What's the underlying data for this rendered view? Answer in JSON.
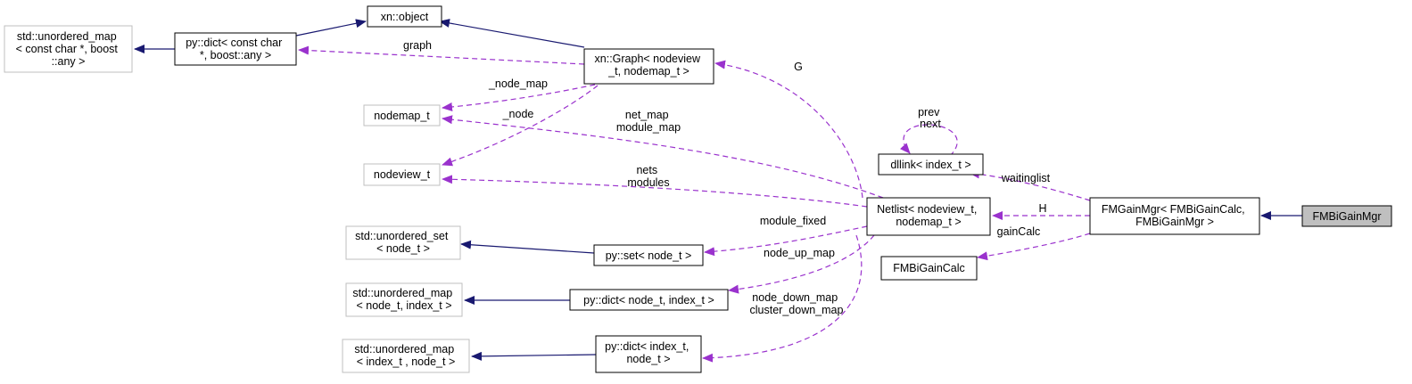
{
  "diagram": {
    "nodes": [
      {
        "id": "std_umap_cc_any",
        "lines": [
          "std::unordered_map",
          "< const char *, boost",
          "::any >"
        ],
        "style": "external"
      },
      {
        "id": "py_dict_cc_any",
        "lines": [
          "py::dict< const char",
          "*, boost::any >"
        ],
        "style": "normal"
      },
      {
        "id": "xn_object",
        "lines": [
          "xn::object"
        ],
        "style": "normal"
      },
      {
        "id": "xn_graph",
        "lines": [
          "xn::Graph< nodeview",
          "_t, nodemap_t >"
        ],
        "style": "normal"
      },
      {
        "id": "nodemap_t",
        "lines": [
          "nodemap_t"
        ],
        "style": "external"
      },
      {
        "id": "nodeview_t",
        "lines": [
          "nodeview_t"
        ],
        "style": "external"
      },
      {
        "id": "std_uset_node",
        "lines": [
          "std::unordered_set",
          "< node_t >"
        ],
        "style": "external"
      },
      {
        "id": "py_set_node",
        "lines": [
          "py::set< node_t >"
        ],
        "style": "normal"
      },
      {
        "id": "std_umap_node_index",
        "lines": [
          "std::unordered_map",
          "< node_t, index_t >"
        ],
        "style": "external"
      },
      {
        "id": "py_dict_node_index",
        "lines": [
          "py::dict< node_t, index_t >"
        ],
        "style": "normal"
      },
      {
        "id": "std_umap_index_node",
        "lines": [
          "std::unordered_map",
          "< index_t , node_t >"
        ],
        "style": "external"
      },
      {
        "id": "py_dict_index_node",
        "lines": [
          "py::dict< index_t,",
          "node_t >"
        ],
        "style": "normal"
      },
      {
        "id": "netlist",
        "lines": [
          "Netlist< nodeview_t,",
          "nodemap_t >"
        ],
        "style": "normal"
      },
      {
        "id": "dllink",
        "lines": [
          "dllink< index_t >"
        ],
        "style": "normal"
      },
      {
        "id": "fmgainmgr",
        "lines": [
          "FMGainMgr< FMBiGainCalc,",
          "FMBiGainMgr >"
        ],
        "style": "normal"
      },
      {
        "id": "fmbigaincalc",
        "lines": [
          "FMBiGainCalc"
        ],
        "style": "normal"
      },
      {
        "id": "fmbigainmgr",
        "lines": [
          "FMBiGainMgr"
        ],
        "style": "highlight"
      }
    ],
    "edge_labels": {
      "graph": "graph",
      "node_map": "_node_map",
      "node": "_node",
      "G": "G",
      "net_map": [
        "net_map",
        "module_map"
      ],
      "nets": [
        "nets",
        "modules"
      ],
      "module_fixed": "module_fixed",
      "node_up_map": "node_up_map",
      "node_down_map": [
        "node_down_map",
        "cluster_down_map"
      ],
      "prev_next": [
        "prev",
        "next"
      ],
      "waitinglist": "waitinglist",
      "H": "H",
      "gainCalc": "gainCalc"
    },
    "colors": {
      "inheritance": "#191970",
      "usage": "#9a32cd",
      "node_border": "#000000",
      "external_border": "#bfbfbf",
      "highlight_fill": "#bfbfbf"
    }
  }
}
